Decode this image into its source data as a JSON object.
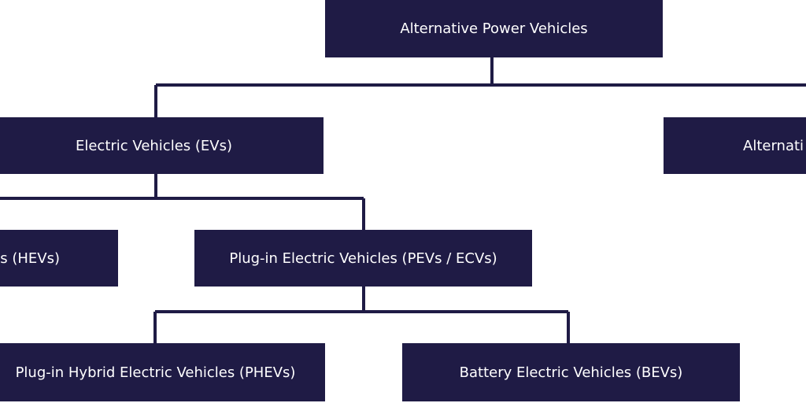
{
  "colors": {
    "node_background": "#1f1b45",
    "node_text": "#ffffff",
    "connector": "#1f1b45",
    "page_background": "#ffffff"
  },
  "nodes": {
    "root": "Alternative Power Vehicles",
    "electric_vehicles": "Electric Vehicles (EVs)",
    "alternative_visible": "Alternati",
    "hybrid_visible": "s (HEVs)",
    "plug_in": "Plug-in Electric Vehicles (PEVs / ECVs)",
    "phev": "Plug-in Hybrid Electric Vehicles (PHEVs)",
    "bev": "Battery Electric Vehicles (BEVs)"
  }
}
